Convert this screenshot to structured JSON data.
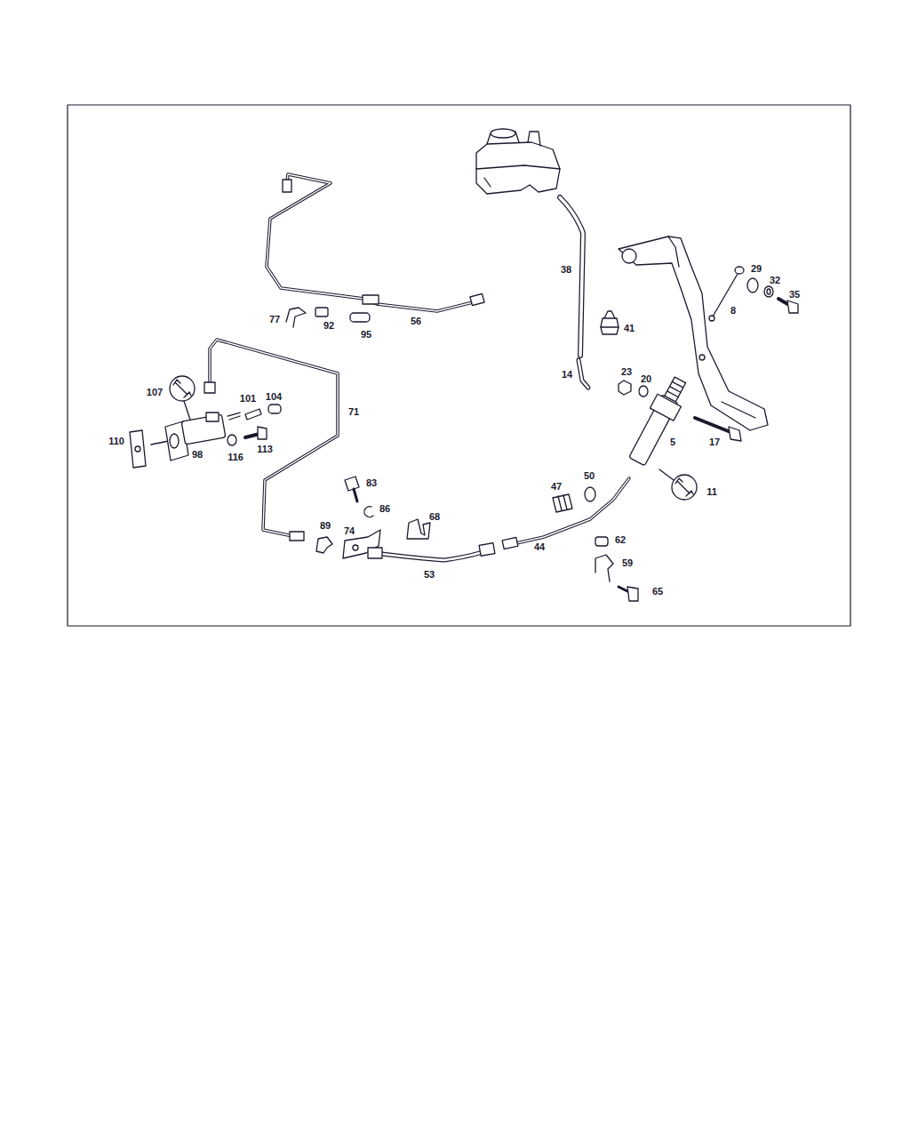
{
  "diagram": {
    "labels": [
      "29",
      "32",
      "35",
      "38",
      "8",
      "77",
      "92",
      "56",
      "95",
      "41",
      "14",
      "23",
      "20",
      "107",
      "101",
      "104",
      "71",
      "110",
      "98",
      "116",
      "113",
      "5",
      "17",
      "11",
      "83",
      "47",
      "50",
      "86",
      "68",
      "89",
      "74",
      "62",
      "44",
      "59",
      "53",
      "65"
    ]
  }
}
